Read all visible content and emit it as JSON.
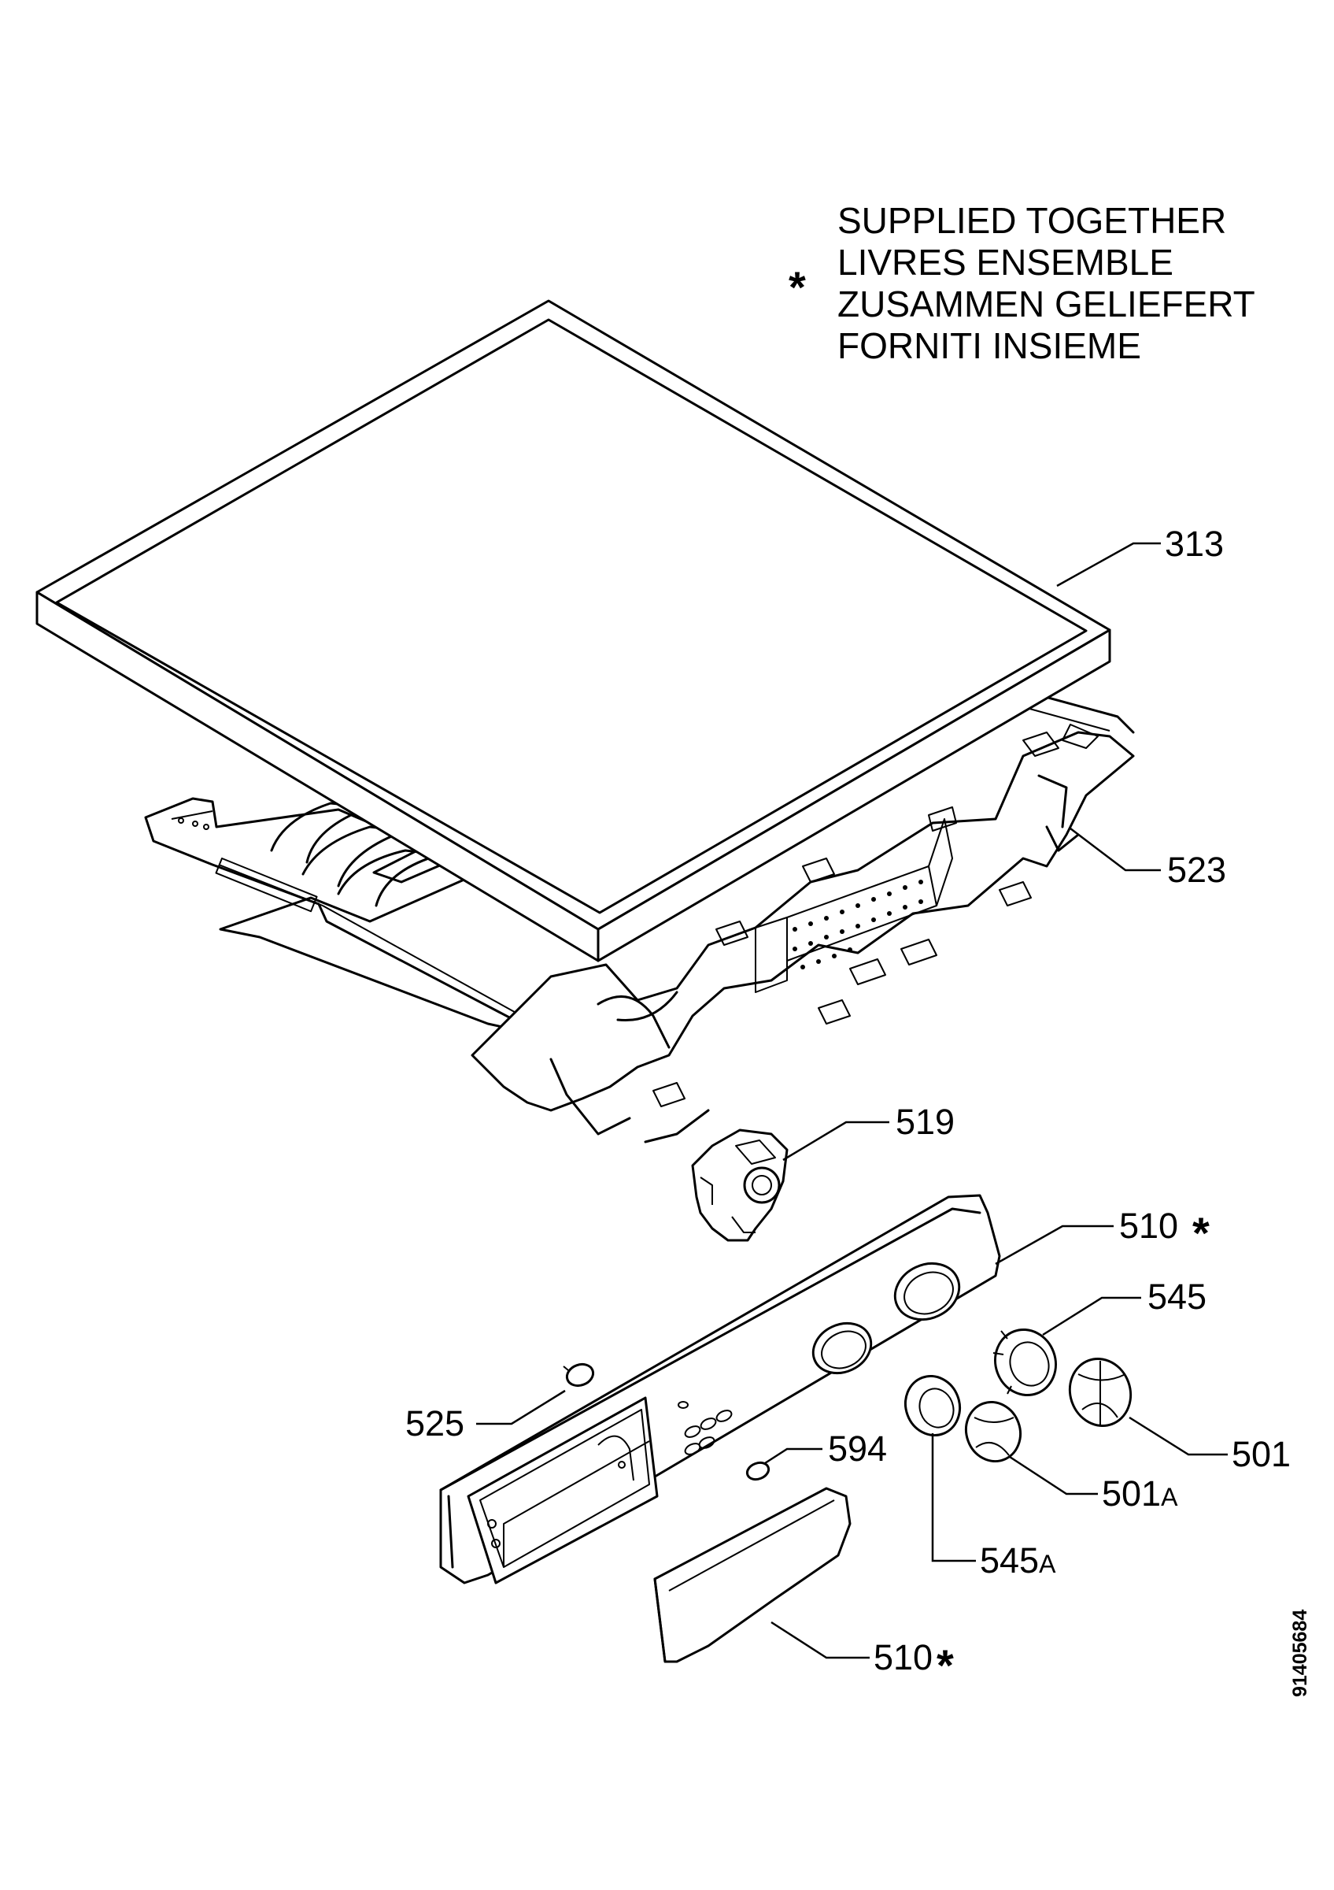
{
  "note": {
    "marker": "*",
    "lines": [
      "SUPPLIED TOGETHER",
      "LIVRES ENSEMBLE",
      "ZUSAMMEN GELIEFERT",
      "FORNITI INSIEME"
    ]
  },
  "parts": {
    "p313": "313",
    "p523": "523",
    "p519": "519",
    "p510a": "510",
    "p510a_star": "*",
    "p545": "545",
    "p525": "525",
    "p594": "594",
    "p501": "501",
    "p501a": "501",
    "p501a_suffix": "A",
    "p545a": "545",
    "p545a_suffix": "A",
    "p510b": "510",
    "p510b_star": "*"
  },
  "drawing_code": "91405684"
}
